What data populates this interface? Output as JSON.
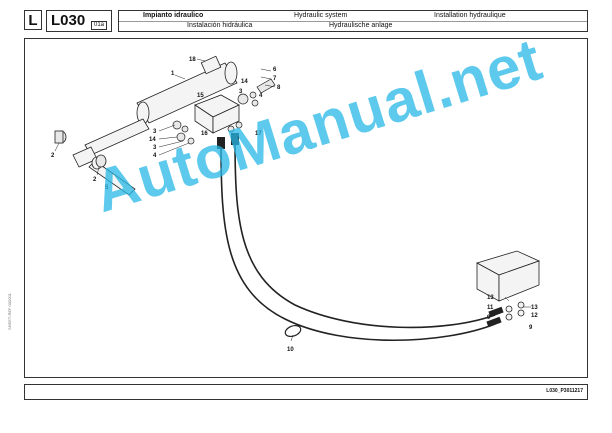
{
  "header": {
    "section_letter": "L",
    "section_code": "L030",
    "sub_code": "01a",
    "titles_row1": [
      "Impianto idraulico",
      "Hydraulic system",
      "Installation hydraulique"
    ],
    "titles_row2": [
      "Instalación hidráulica",
      "Hydraulische anlage"
    ]
  },
  "drawing": {
    "part_numbers": [
      "18",
      "1",
      "6",
      "7",
      "8",
      "14",
      "3",
      "4",
      "15",
      "3",
      "14",
      "3",
      "4",
      "16",
      "17",
      "2",
      "2",
      "5",
      "13",
      "11",
      "9",
      "13",
      "12",
      "9",
      "10"
    ]
  },
  "watermark": "AutoManual.net",
  "footer": {
    "reference": "L030_P3011217"
  },
  "side_note": "SHEET-REF 000001"
}
